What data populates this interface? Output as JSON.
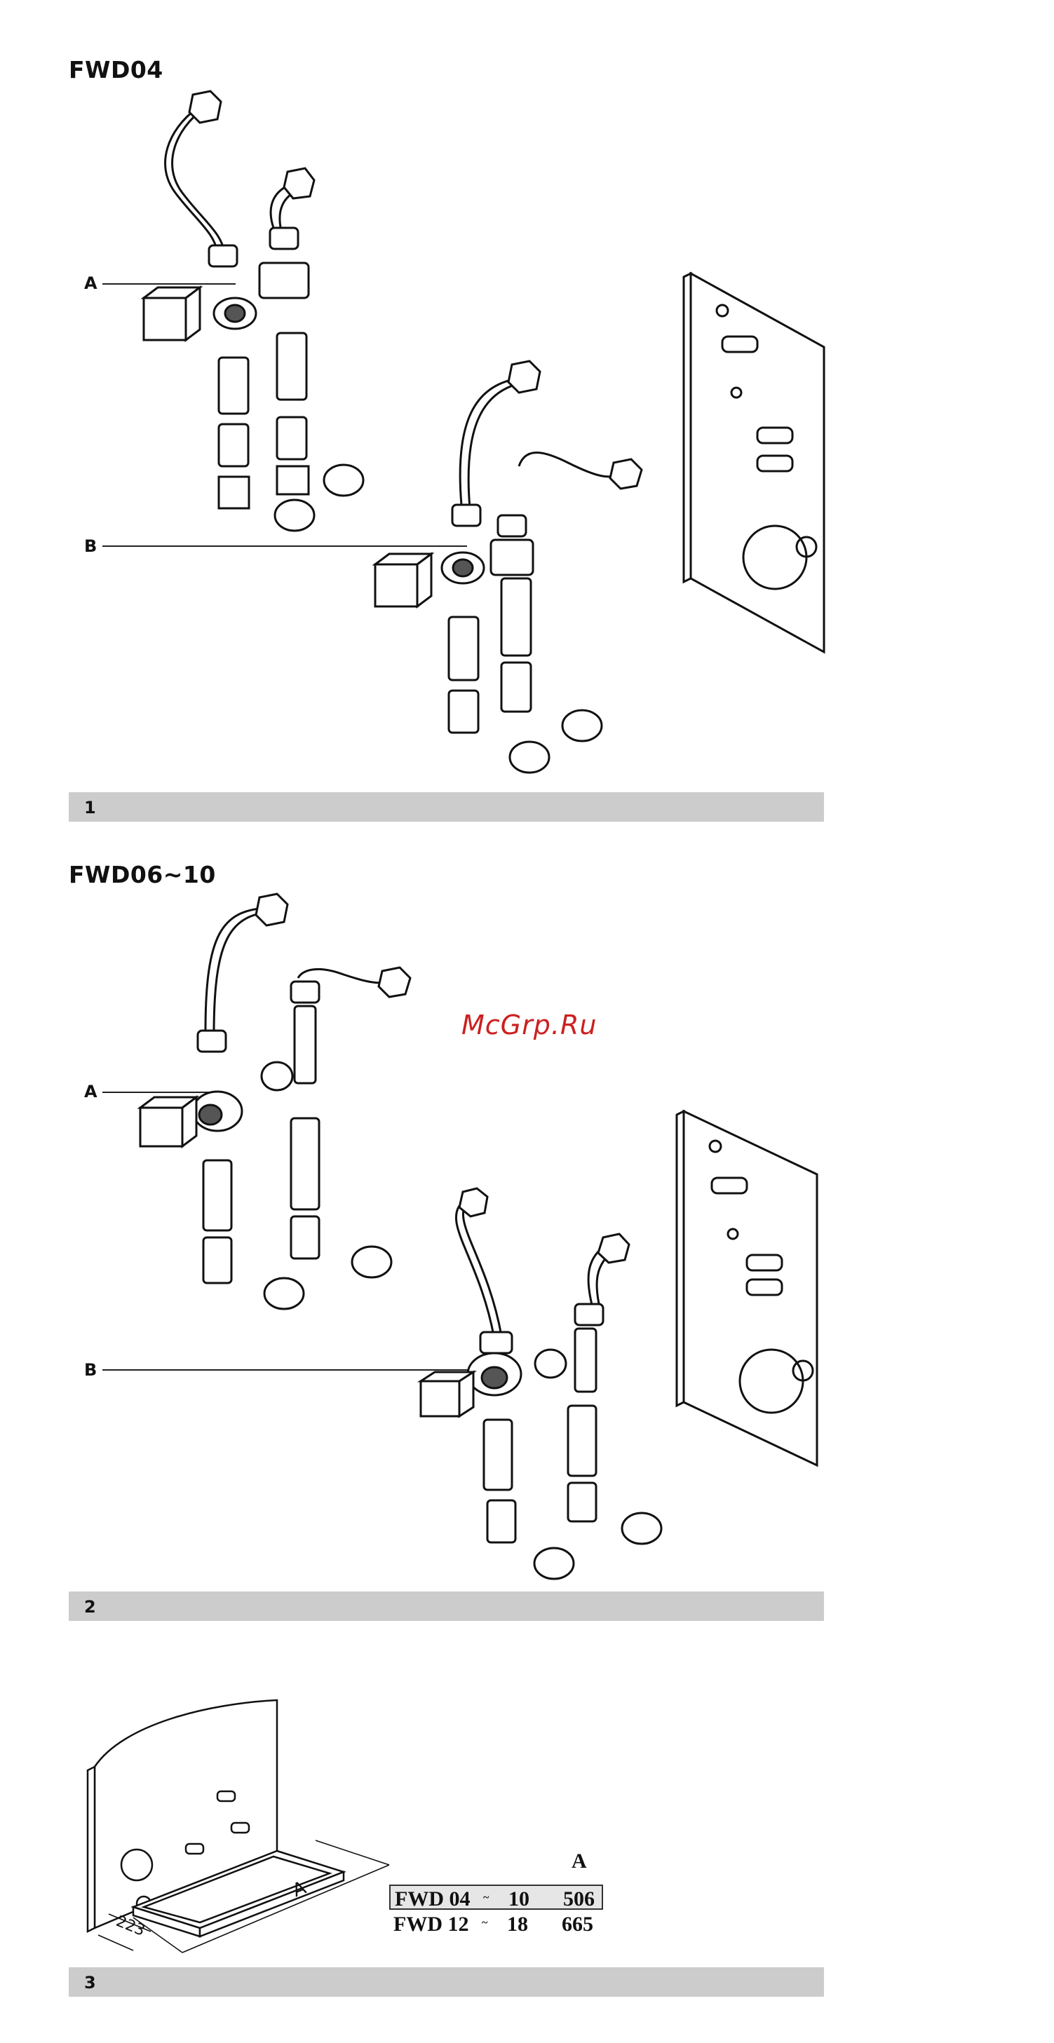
{
  "sections": [
    {
      "heading": "FWD04",
      "figure_number": "1",
      "callout_a": "A",
      "callout_b": "B"
    },
    {
      "heading": "FWD06~10",
      "figure_number": "2",
      "callout_a": "A",
      "callout_b": "B"
    },
    {
      "figure_number": "3",
      "dim_label": "A",
      "dim_223": "223"
    }
  ],
  "watermark": "McGrp.Ru",
  "table": {
    "header": "A",
    "rows": [
      {
        "model": "FWD 04",
        "sep": "~",
        "range_end": "10",
        "value": "506"
      },
      {
        "model": "FWD 12",
        "sep": "~",
        "range_end": "18",
        "value": "665"
      }
    ]
  }
}
